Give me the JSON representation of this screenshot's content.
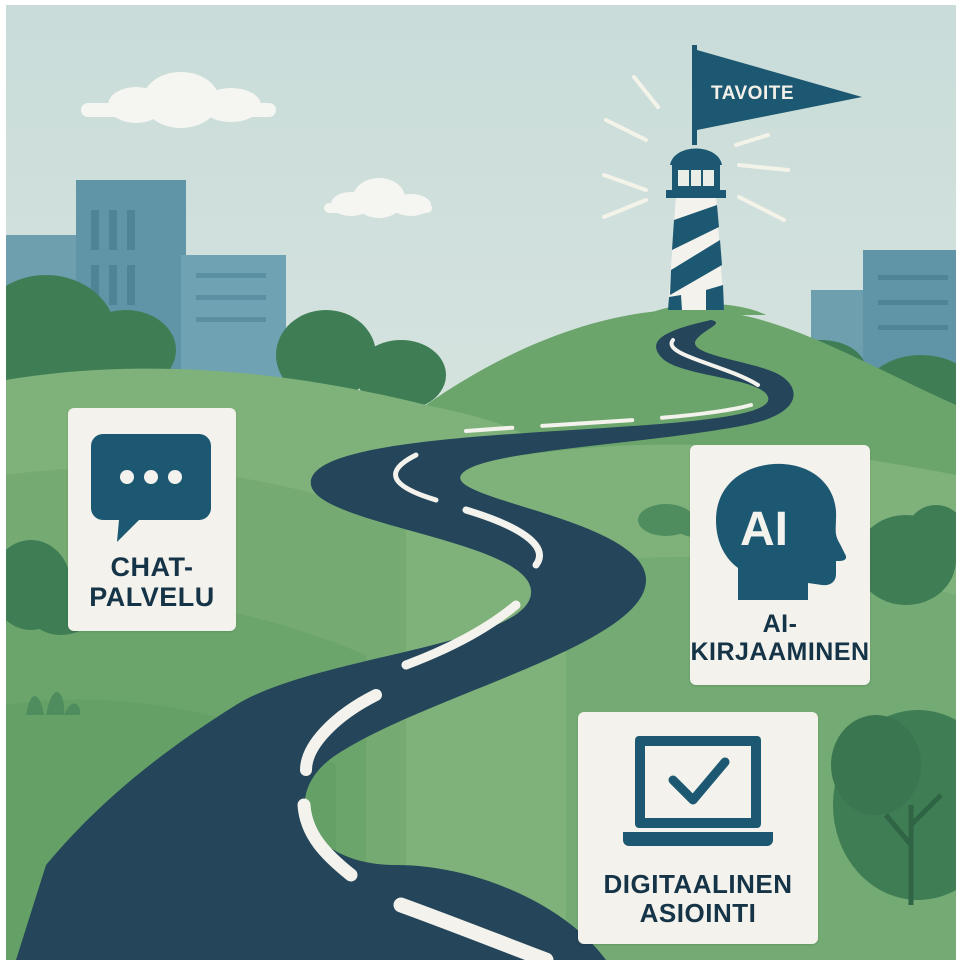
{
  "image": {
    "colors": {
      "sky": "#dbe6e3",
      "hill_light": "#7fb27a",
      "hill_dark": "#5e9a63",
      "tree": "#3f7d55",
      "building": "#5f95a6",
      "road": "#24455a",
      "navy": "#1d5872",
      "card": "#f3f2ec",
      "text": "#163447"
    }
  },
  "flag": {
    "text": "TAVOITE"
  },
  "cards": {
    "chat": {
      "line1": "CHAT-",
      "line2": "PALVELU",
      "icon": "chat-bubble-icon"
    },
    "ai": {
      "badge": "AI",
      "line1": "AI-",
      "line2": "KIRJAAMINEN",
      "icon": "ai-head-icon"
    },
    "digital": {
      "line1": "DIGITAALINEN",
      "line2": "ASIOINTI",
      "icon": "laptop-check-icon"
    }
  }
}
